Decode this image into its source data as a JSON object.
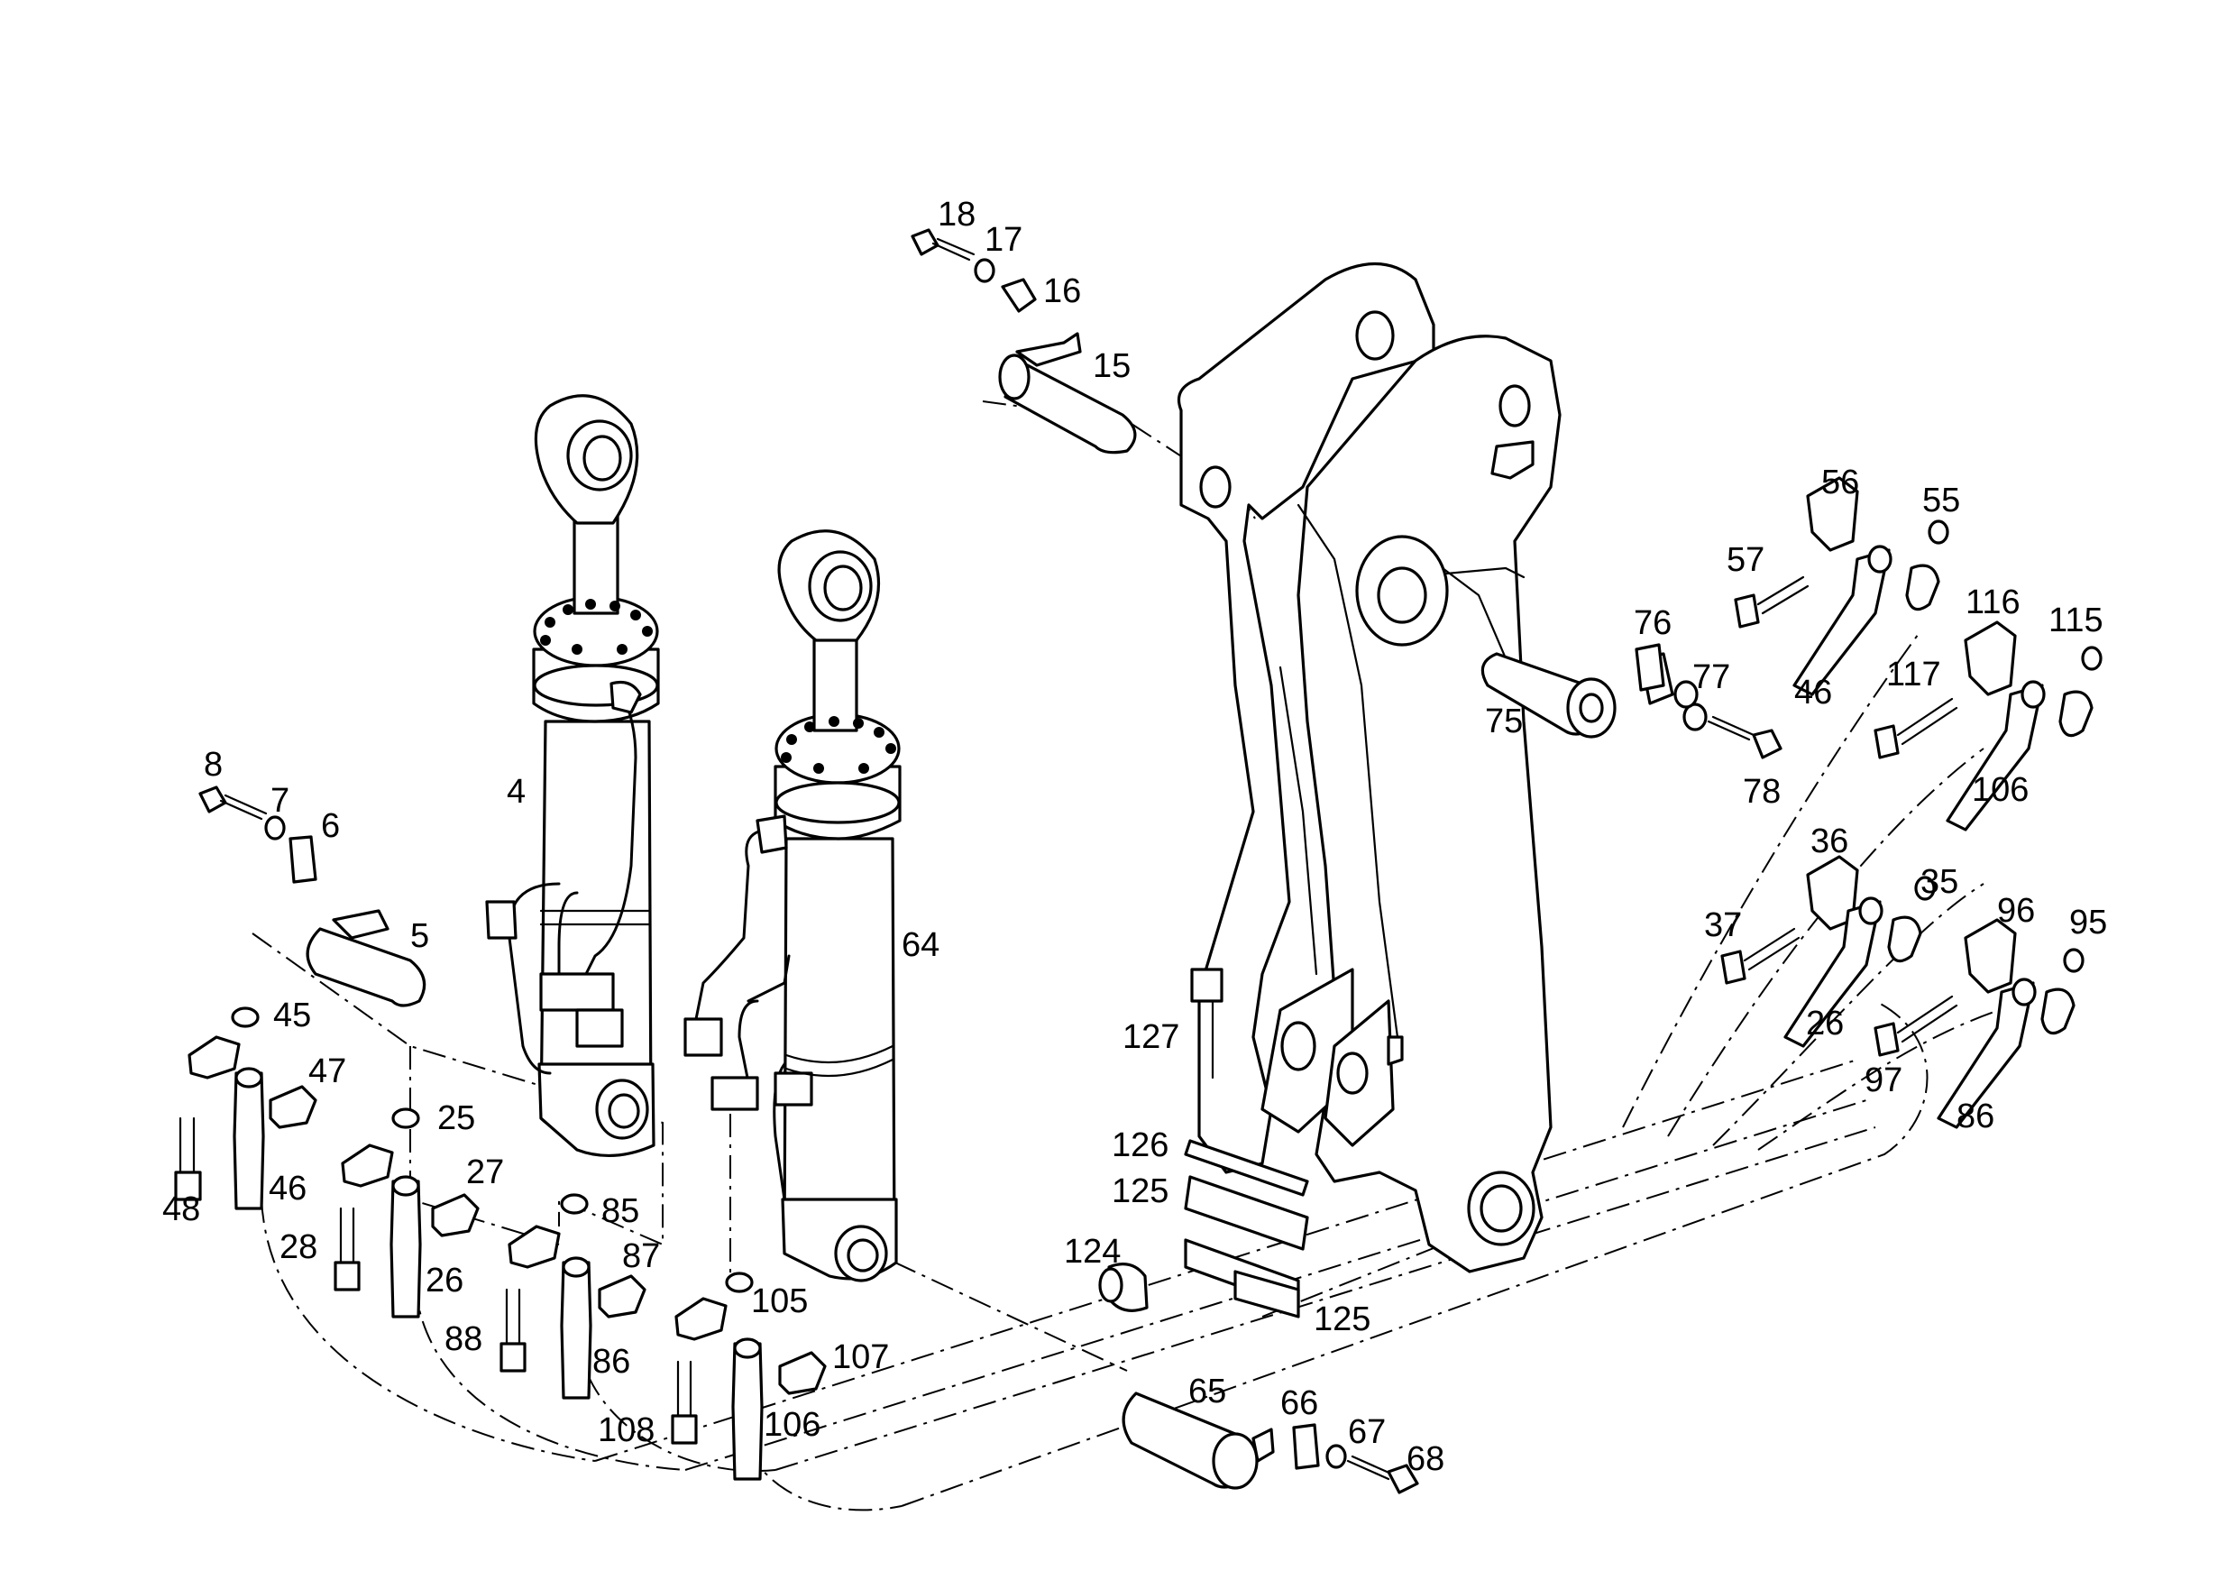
{
  "diagram": {
    "kind": "exploded parts drawing",
    "background_color": "#ffffff",
    "ink_color": "#000000",
    "callouts": [
      "18",
      "17",
      "16",
      "15",
      "56",
      "55",
      "57",
      "46",
      "116",
      "115",
      "76",
      "77",
      "117",
      "75",
      "78",
      "106",
      "8",
      "7",
      "6",
      "4",
      "36",
      "35",
      "37",
      "26",
      "96",
      "95",
      "5",
      "64",
      "45",
      "47",
      "127",
      "97",
      "86",
      "25",
      "27",
      "48",
      "46",
      "126",
      "85",
      "125",
      "87",
      "28",
      "26",
      "124",
      "105",
      "107",
      "125",
      "88",
      "86",
      "65",
      "66",
      "67",
      "68",
      "108",
      "106"
    ]
  }
}
